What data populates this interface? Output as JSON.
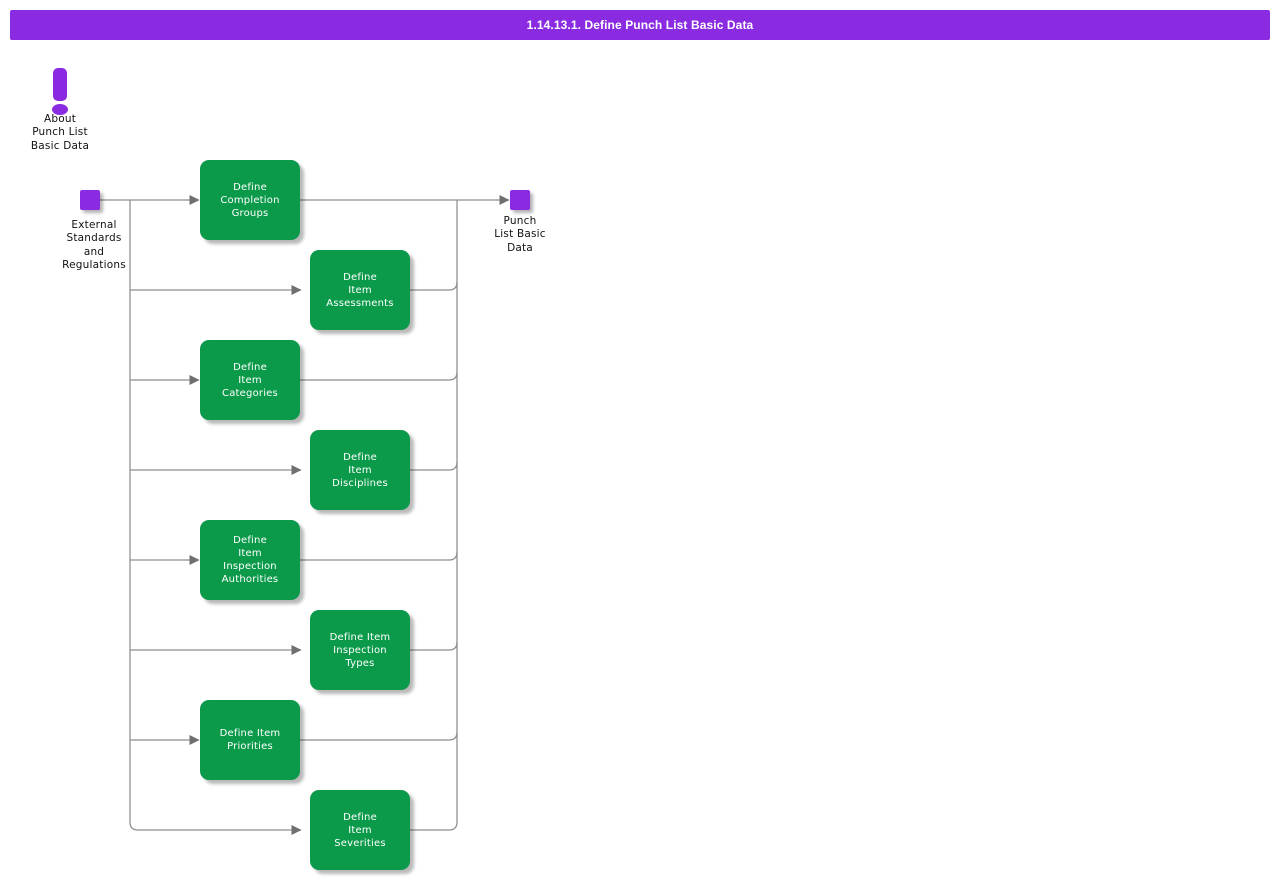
{
  "title_bar": {
    "text": "1.14.13.1. Define Punch List Basic Data"
  },
  "colors": {
    "accent_purple": "#8A2BE2",
    "task_green": "#0B9A4A",
    "connector_gray": "#8e8e8e",
    "arrowhead_gray": "#6f6f6f",
    "task_text": "#ffffff",
    "label_text": "#111111"
  },
  "note": {
    "icon": "exclamation-icon",
    "label": "About\nPunch List\nBasic Data"
  },
  "start_event": {
    "label": "External\nStandards\nand\nRegulations"
  },
  "end_event": {
    "label": "Punch\nList Basic\nData"
  },
  "tasks": [
    {
      "label": "Define\nCompletion\nGroups"
    },
    {
      "label": "Define\nItem\nAssessments"
    },
    {
      "label": "Define\nItem\nCategories"
    },
    {
      "label": "Define\nItem\nDisciplines"
    },
    {
      "label": "Define\nItem\nInspection\nAuthorities"
    },
    {
      "label": "Define Item\nInspection\nTypes"
    },
    {
      "label": "Define Item\nPriorities"
    },
    {
      "label": "Define\nItem\nSeverities"
    }
  ]
}
